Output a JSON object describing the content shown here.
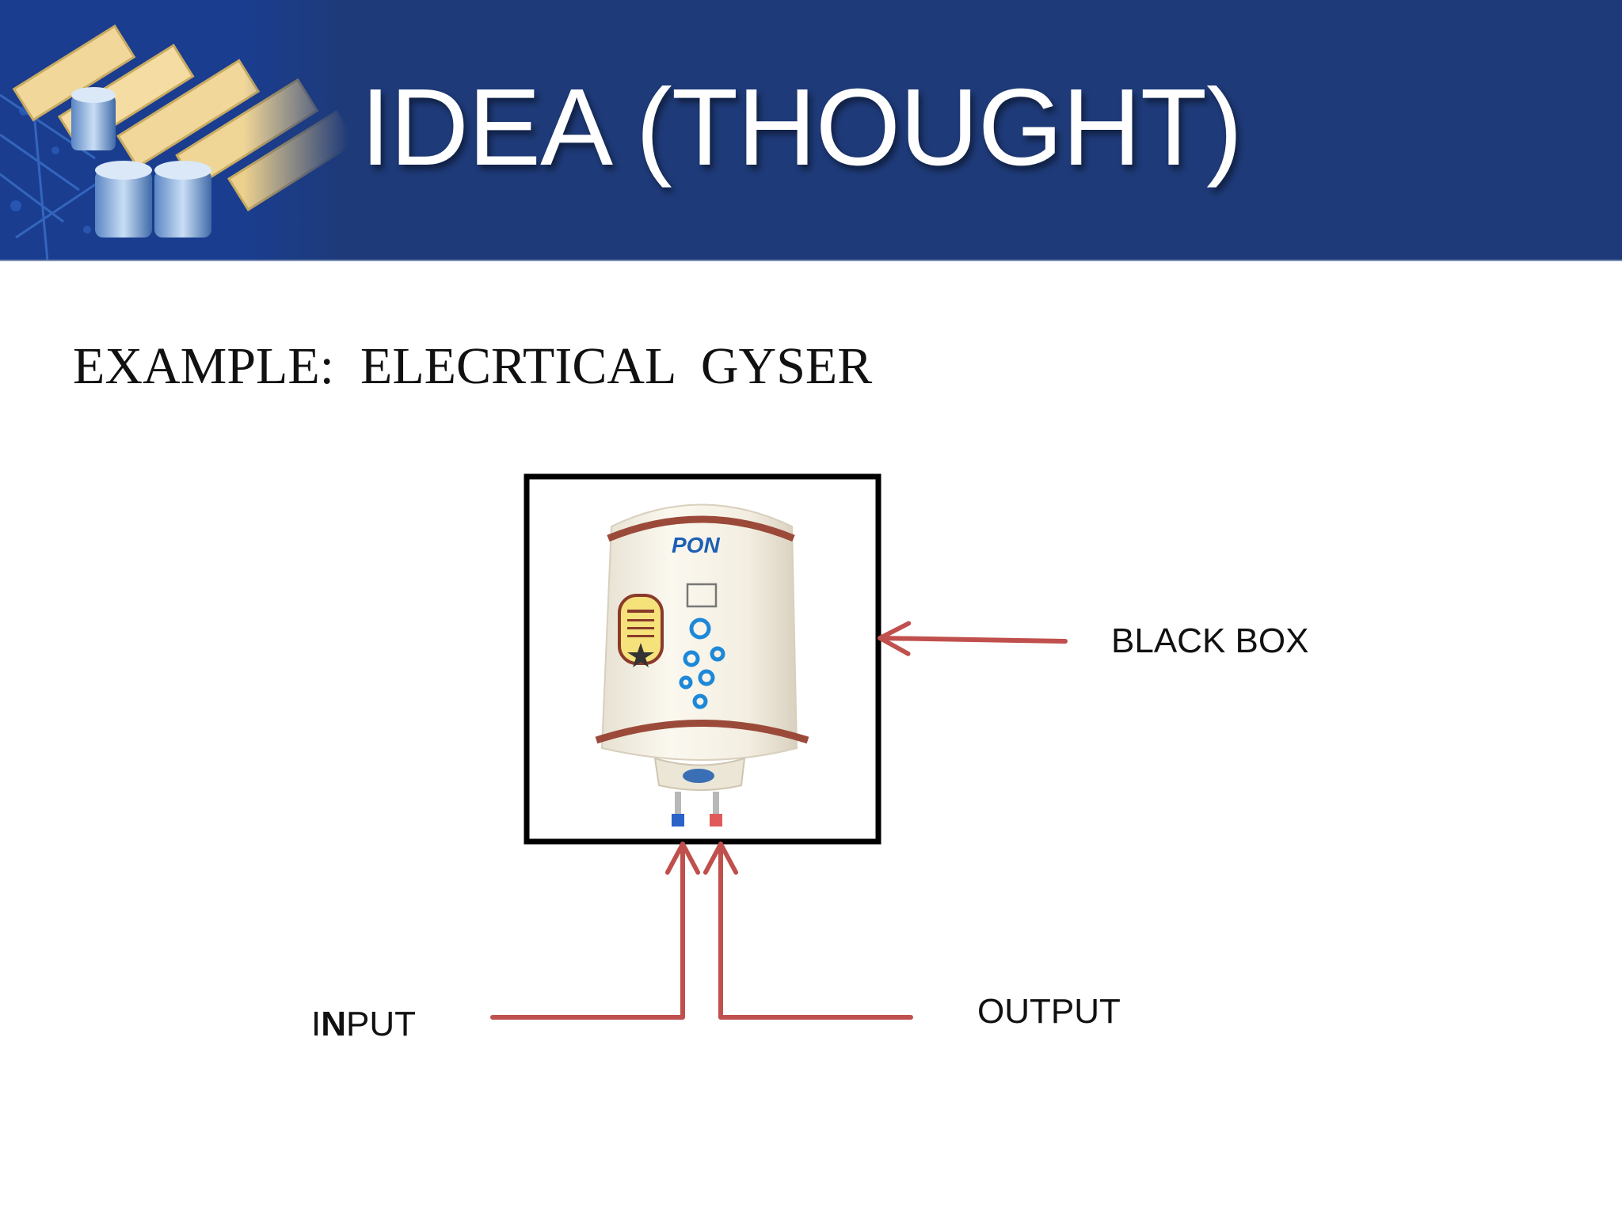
{
  "slide": {
    "title": "IDEA (THOUGHT)",
    "example_line": "EXAMPLE:  ELECRTICAL  GYSER"
  },
  "diagram": {
    "box_label": "BLACK BOX",
    "input_label_pre": "I",
    "input_label_bold": "N",
    "input_label_post": "PUT",
    "output_label": "OUTPUT",
    "arrow_color": "#c0504d",
    "box_color": "#000000"
  },
  "colors": {
    "header_bg": "#1e3a78",
    "title_text": "#ffffff"
  },
  "icons": [
    "circuit-board-image",
    "water-heater-image",
    "arrow-icon"
  ]
}
